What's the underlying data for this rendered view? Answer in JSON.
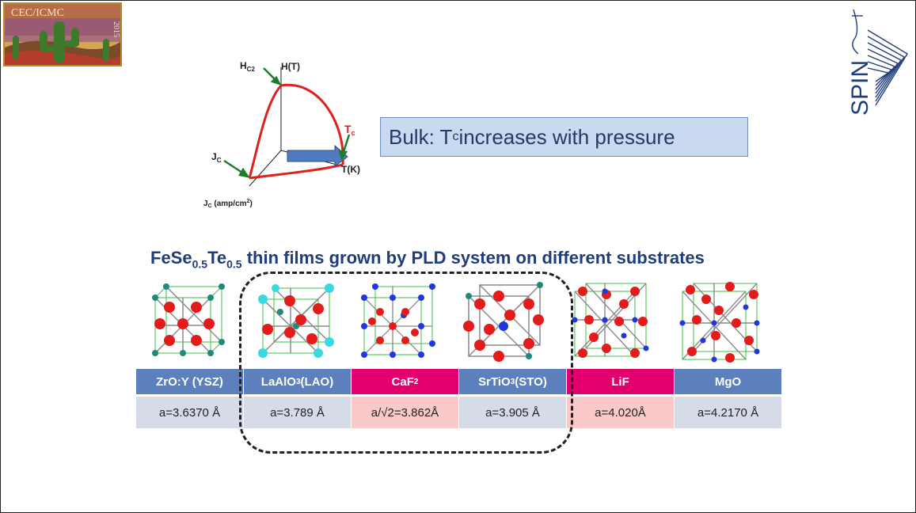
{
  "logo": {
    "text": "CEC/ICMC",
    "year": "2015"
  },
  "spin_logo": {
    "text": "SPIN"
  },
  "diagram": {
    "hc2_main": "H",
    "hc2_sub": "C2",
    "h_axis": "H(T)",
    "tc_main": "T",
    "tc_sub": "c",
    "t_axis": "T(K)",
    "jc_main": "J",
    "jc_sub": "C",
    "jc_axis_main": "J",
    "jc_axis_sub": "C",
    "jc_axis_rest": " (amp/cm",
    "jc_axis_sup": "2",
    "jc_axis_close": ")"
  },
  "bulk_box": {
    "prefix": "Bulk:  T",
    "sub": "c",
    "suffix": " increases with pressure"
  },
  "films_title": {
    "part1": "FeSe",
    "sub1": "0.5",
    "part2": "Te",
    "sub2": "0.5",
    "part3": " thin films grown by PLD system on different substrates"
  },
  "substrates": [
    {
      "name": "ZrO:Y (YSZ)",
      "lattice": "a=3.6370 Å",
      "head_color": "#5b80bd",
      "val_color": "#d5dce8"
    },
    {
      "name_main": "LaAlO",
      "name_sub": "3",
      "name_rest": " (LAO)",
      "lattice": "a=3.789 Å",
      "head_color": "#5b80bd",
      "val_color": "#d5dce8"
    },
    {
      "name_main": "CaF",
      "name_sub": "2",
      "name_rest": "",
      "lattice": "a/√2=3.862Å",
      "head_color": "#e3006e",
      "val_color": "#f9c9c9"
    },
    {
      "name_main": "SrTiO",
      "name_sub": "3",
      "name_rest": " (STO)",
      "lattice": "a=3.905 Å",
      "head_color": "#5b80bd",
      "val_color": "#d5dce8"
    },
    {
      "name": "LiF",
      "lattice": "a=4.020Å",
      "head_color": "#e3006e",
      "val_color": "#f9c9c9"
    },
    {
      "name": "MgO",
      "lattice": "a=4.2170 Å",
      "head_color": "#5b80bd",
      "val_color": "#d5dce8"
    }
  ]
}
